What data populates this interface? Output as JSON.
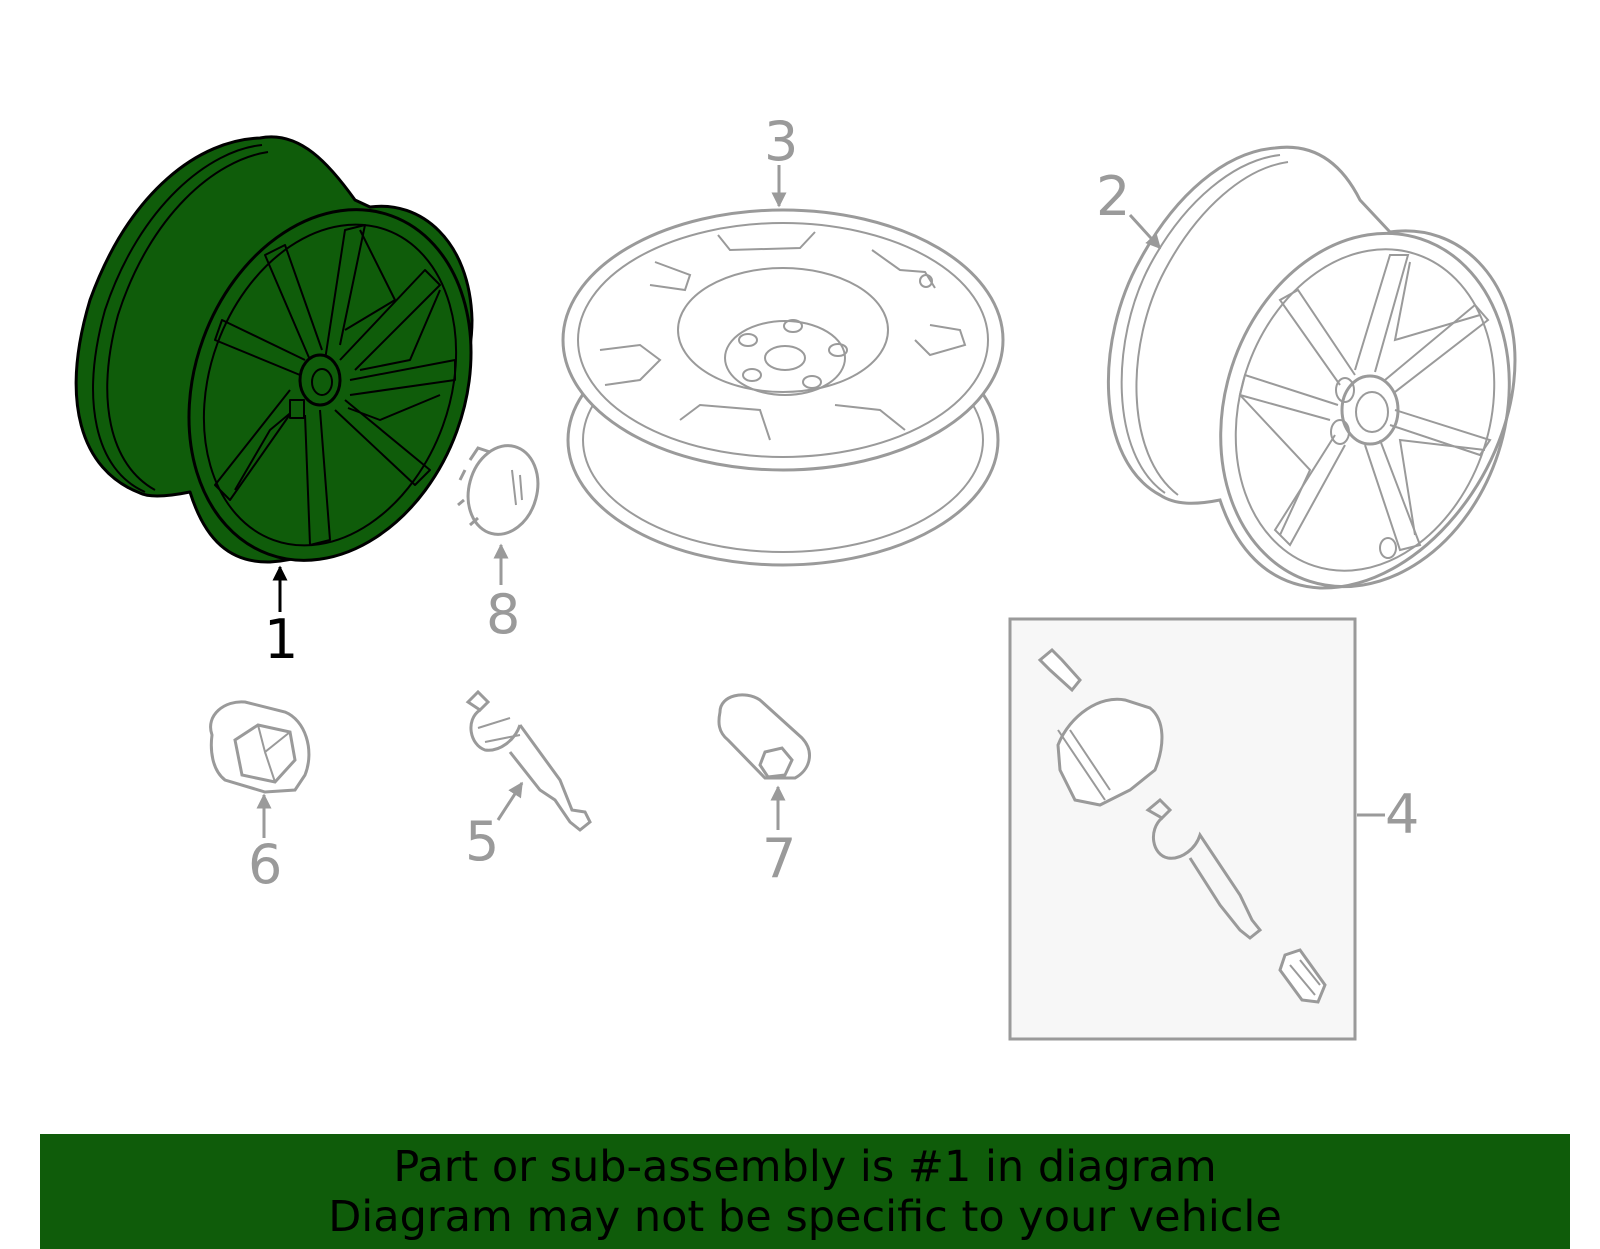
{
  "callouts": {
    "c1": "1",
    "c2": "2",
    "c3": "3",
    "c4": "4",
    "c5": "5",
    "c6": "6",
    "c7": "7",
    "c8": "8"
  },
  "banner": {
    "line1": "Part or sub-assembly is #1 in diagram",
    "line2": "Diagram may not be specific to your vehicle"
  },
  "colors": {
    "highlight_fill": "#0f5c0a",
    "line_gray": "#9a9a9a",
    "banner_bg": "#0f5c0a"
  }
}
